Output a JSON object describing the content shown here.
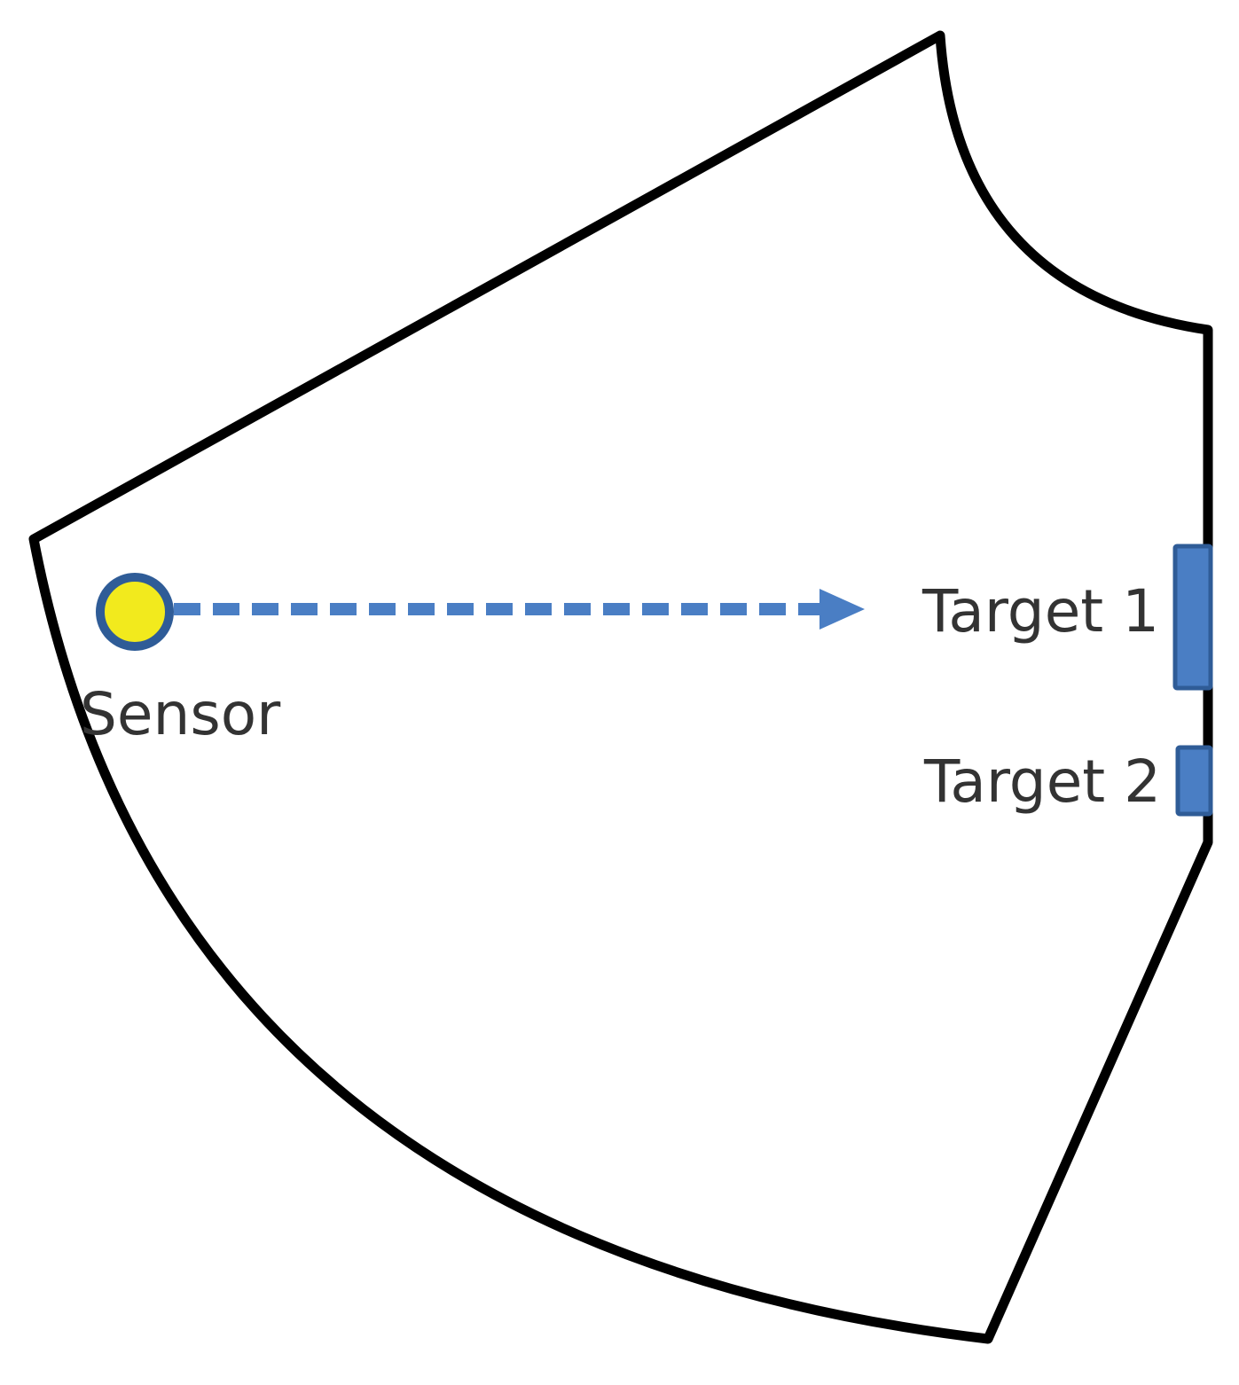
{
  "labels": {
    "sensor": "Sensor",
    "target_1": "Target 1",
    "target_2": "Target 2"
  },
  "colors": {
    "outline": "#000000",
    "sensor_fill": "#f2ea1d",
    "sensor_stroke": "#2f5c97",
    "beam": "#4a7ec4",
    "target_fill": "#4a7ec4",
    "target_stroke": "#2f5c97",
    "label_text": "#333333"
  }
}
